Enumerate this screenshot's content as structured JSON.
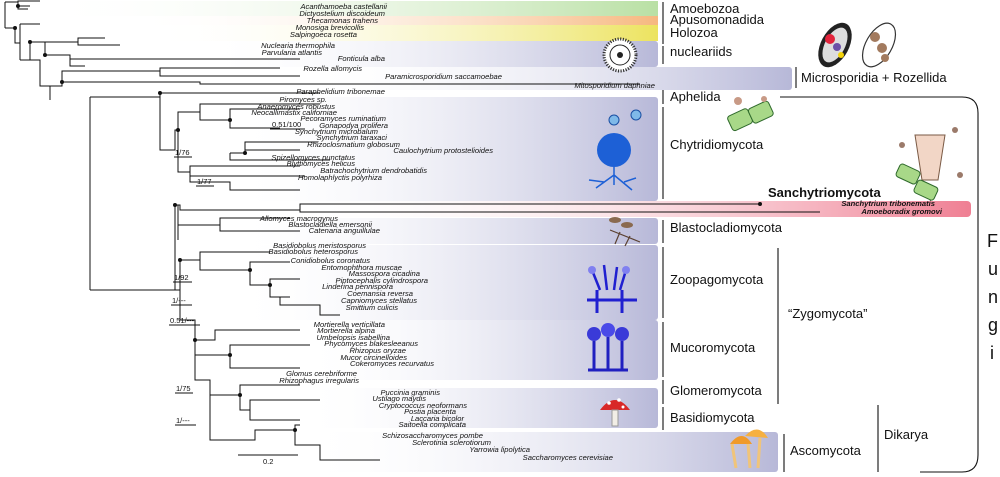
{
  "taxa": [
    "Acanthamoeba castellanii",
    "Dictyostelium discoideum",
    "Thecamonas trahens",
    "Monosiga brevicollis",
    "Salpingoeca rosetta",
    "Nuclearia thermophila",
    "Parvularia atlantis",
    "Fonticula alba",
    "Rozella allomycis",
    "Paramicrosporidium saccamoebae",
    "Mitosporidium daphniae",
    "Paraphelidium tribonemae",
    "Piromyces sp.",
    "Anaeromyces robustus",
    "Neocallimastix californiae",
    "Pecoramyces ruminatium",
    "Gonapodya prolifera",
    "Synchytrium microbalum",
    "Synchytrium taraxaci",
    "Rhizoclosmatium globosum",
    "Caulochytrium protostelioides",
    "Spizellomyces punctatus",
    "Blyttiomyces helicus",
    "Batrachochytrium dendrobatidis",
    "Homolaphlyctis polyrhiza",
    "Sanchytrium tribonematis",
    "Amoeboradix gromovi",
    "Allomyces macrogynus",
    "Blastocladiella emersonii",
    "Catenaria anguillulae",
    "Basidiobolus meristosporus",
    "Basidiobolus heterosporus",
    "Conidiobolus coronatus",
    "Entomophthora muscae",
    "Massospora cicadina",
    "Piptocephalis cylindrospora",
    "Linderina pennispora",
    "Coemansia reversa",
    "Capniomyces stellatus",
    "Smittium culicis",
    "Mortierella verticillata",
    "Mortierella alpina",
    "Umbelopsis isabellina",
    "Phycomyces blakesleeanus",
    "Rhizopus oryzae",
    "Mucor circinelloides",
    "Cokeromyces recurvatus",
    "Glomus cerebriforme",
    "Rhizophagus irregularis",
    "Puccinia graminis",
    "Ustilago maydis",
    "Cryptococcus neoformans",
    "Postia placenta",
    "Laccaria bicolor",
    "Saitoella complicata",
    "Schizosaccharomyces pombe",
    "Sclerotinia sclerotiorum",
    "Yarrowia lipolytica",
    "Saccharomyces cerevisiae"
  ],
  "clades": {
    "amoebozoa": "Amoebozoa",
    "apusomonadida": "Apusomonadida",
    "holozoa": "Holozoa",
    "nucleariids": "nucleariids",
    "microsporidia": "Microsporidia + Rozellida",
    "aphelida": "Aphelida",
    "chytridiomycota": "Chytridiomycota",
    "sanchytriomycota": "Sanchytriomycota",
    "blastocladiomycota": "Blastocladiomycota",
    "zoopagomycota": "Zoopagomycota",
    "zygomycota": "“Zygomycota”",
    "mucoromycota": "Mucoromycota",
    "glomeromycota": "Glomeromycota",
    "basidiomycota": "Basidiomycota",
    "ascomycota": "Ascomycota",
    "dikarya": "Dikarya",
    "fungi_letters": [
      "F",
      "u",
      "n",
      "g",
      "i"
    ]
  },
  "support_values": [
    "0.51/100",
    "1/76",
    "1/77",
    "1/92",
    "1/---",
    "0.51/---",
    "1/75",
    "1/---"
  ],
  "scale_bar_label": "0.2",
  "colors": {
    "amoebozoa": "#c8e6b2",
    "apusomonadida": "#f7c79a",
    "holozoa": "#f1ec86",
    "lavender": "#bcbddb",
    "lavender_light": "#e6e6f1",
    "sanchytrium": "#f08a9c"
  },
  "icons": [
    "nucleariid-cell-icon",
    "microsporidia-spore-icon",
    "aphelid-cell-icon",
    "chytrid-zoospore-icon",
    "sanchytrium-host-icon",
    "blastocladiomycete-icon",
    "zoopagomycete-icon",
    "mucoromycete-icon",
    "mushroom-icon",
    "cup-fungus-icon"
  ]
}
